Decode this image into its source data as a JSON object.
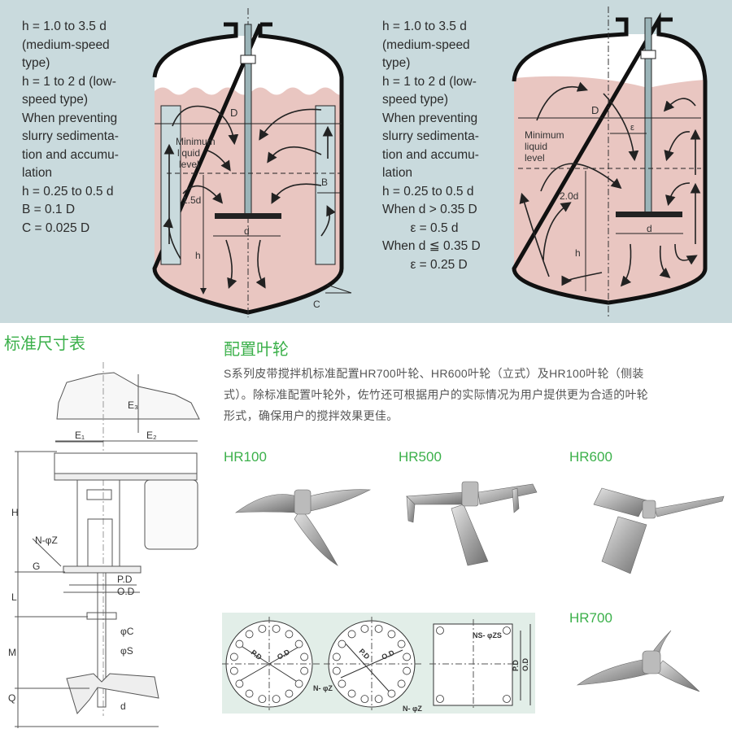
{
  "top_left_specs": [
    "h = 1.0 to 3.5 d",
    "(medium-speed",
    "type)",
    "h = 1 to 2 d (low-",
    "speed type)",
    "When preventing",
    "slurry sedimenta-",
    "tion and accumu-",
    "lation",
    "h = 0.25 to 0.5 d",
    "B = 0.1 D",
    "C = 0.025 D"
  ],
  "top_right_specs": [
    "h = 1.0 to 3.5 d",
    "(medium-speed",
    "type)",
    "h = 1 to 2 d (low-",
    "speed type)",
    "When preventing",
    "slurry sedimenta-",
    "tion and accumu-",
    "lation",
    "h = 0.25 to 0.5 d",
    "When d > 0.35 D",
    "        ε = 0.5 d",
    "When d ≦ 0.35 D",
    "        ε = 0.25 D"
  ],
  "tank_left_labels": {
    "D": "D",
    "min_level": [
      "Minimum",
      "liquid",
      "level"
    ],
    "ratio": "1.5d",
    "d": "d",
    "h": "h",
    "B": "B",
    "C": "C"
  },
  "tank_right_labels": {
    "D": "D",
    "epsilon": "ε",
    "min_level": [
      "Minimum",
      "liquid",
      "level"
    ],
    "ratio": "2.0d",
    "d": "d",
    "h": "h"
  },
  "sections": {
    "dimensions_title": "标准尺寸表",
    "impeller_title": "配置叶轮"
  },
  "impeller_paragraph": [
    "S系列皮带搅拌机标准配置HR700叶轮、HR600叶轮（立式）及HR100叶轮（侧装",
    "式）。除标准配置叶轮外，佐竹还可根据用户的实际情况为用户提供更为合适的叶轮",
    "形式，确保用户的搅拌效果更佳。"
  ],
  "impellers": [
    "HR100",
    "HR500",
    "HR600",
    "HR700"
  ],
  "dimension_labels": {
    "H": "H",
    "NZ": "N-φZ",
    "G": "G",
    "L": "L",
    "M": "M",
    "Q": "Q",
    "d": "d",
    "E1": "E₁",
    "E2": "E₂",
    "E3": "E₃",
    "PD": "P.D",
    "OD": "O.D",
    "C": "φC",
    "S": "φS"
  },
  "flange_labels": {
    "PD": "P.D",
    "OD": "O.D",
    "NZ": "N- φZ",
    "NSZS": "NS- φZS"
  },
  "colors": {
    "accent_green": "#3bb04a",
    "panel_bg": "#c9dadd",
    "liquid": "#e9c6c1"
  }
}
